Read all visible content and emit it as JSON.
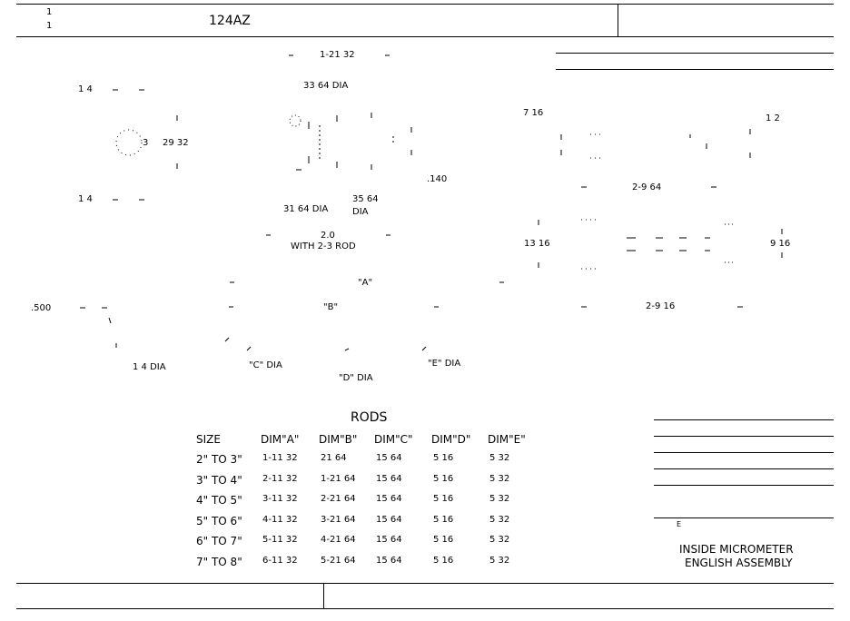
{
  "title_block": {
    "sheet_top": "1",
    "sheet_bottom": "1",
    "part_number": "124AZ",
    "description_line1": "INSIDE MICROMETER",
    "description_line2": "ENGLISH ASSEMBLY",
    "small_mark": "E"
  },
  "dimensions": {
    "d_1_21_32": "1-21 32",
    "d_33_64_dia": "33 64 DIA",
    "d_1_4_top": "1 4",
    "d_1_4_bottom": "1 4",
    "d_29_32": "29 32",
    "d_center": "3",
    "d_140": ".140",
    "d_31_64_dia": "31 64 DIA",
    "d_35_64": "35 64",
    "d_35_64_dia": "DIA",
    "d_2_0": "2.0",
    "d_with_rod": "WITH 2-3 ROD",
    "d_7_16": "7 16",
    "d_1_2": "1 2",
    "d_2_9_64": "2-9 64",
    "d_13_16": "13 16",
    "d_9_16": "9 16",
    "d_2_9_16": "2-9 16",
    "d_500": ".500",
    "d_1_4_dia": "1 4 DIA",
    "d_A": "\"A\"",
    "d_B": "\"B\"",
    "d_C_dia": "\"C\" DIA",
    "d_D_dia": "\"D\" DIA",
    "d_E_dia": "\"E\" DIA"
  },
  "rods_table": {
    "title": "RODS",
    "headers": [
      "SIZE",
      "DIM\"A\"",
      "DIM\"B\"",
      "DIM\"C\"",
      "DIM\"D\"",
      "DIM\"E\""
    ],
    "rows": [
      [
        "2\" TO 3\"",
        "1-11 32",
        "21 64",
        "15 64",
        "5 16",
        "5 32"
      ],
      [
        "3\" TO 4\"",
        "2-11 32",
        "1-21 64",
        "15 64",
        "5 16",
        "5 32"
      ],
      [
        "4\" TO 5\"",
        "3-11 32",
        "2-21 64",
        "15 64",
        "5 16",
        "5 32"
      ],
      [
        "5\" TO 6\"",
        "4-11 32",
        "3-21 64",
        "15 64",
        "5 16",
        "5 32"
      ],
      [
        "6\" TO 7\"",
        "5-11 32",
        "4-21 64",
        "15 64",
        "5 16",
        "5 32"
      ],
      [
        "7\" TO 8\"",
        "6-11 32",
        "5-21 64",
        "15 64",
        "5 16",
        "5 32"
      ]
    ]
  }
}
